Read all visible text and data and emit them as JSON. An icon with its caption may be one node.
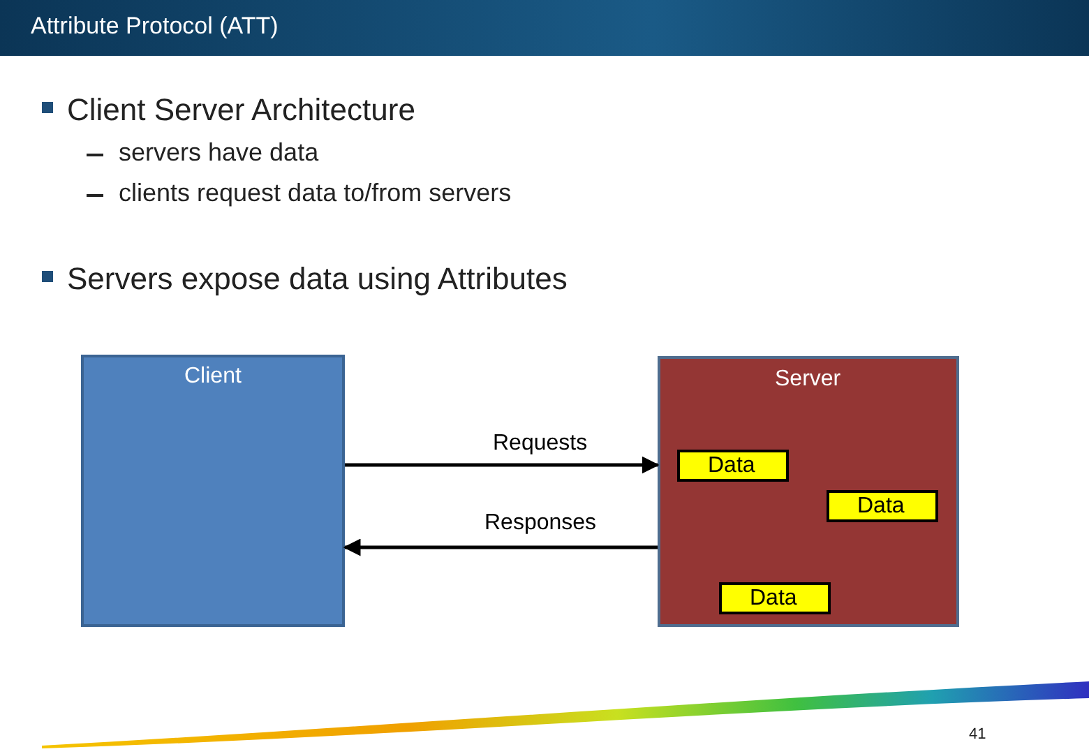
{
  "diagram": {
    "title": "Attribute Protocol (ATT)",
    "nodes": [
      {
        "text": [
          "Client"
        ]
      },
      {
        "text": [
          "Server"
        ]
      },
      {
        "text": [
          "Data"
        ],
        "in": 1
      },
      {
        "text": [
          "Data"
        ],
        "in": 1
      },
      {
        "text": [
          "Data"
        ],
        "in": 1
      }
    ],
    "edges": [
      {
        "from": 0,
        "to": 1,
        "arrow": "to",
        "label": "Requests"
      },
      {
        "from": 1,
        "to": 0,
        "arrow": "to",
        "label": "Responses"
      }
    ],
    "labels": [
      "Client Server Architecture",
      "servers have data",
      "clients request data to/from servers",
      "Servers expose data using Attributes",
      "41"
    ]
  }
}
